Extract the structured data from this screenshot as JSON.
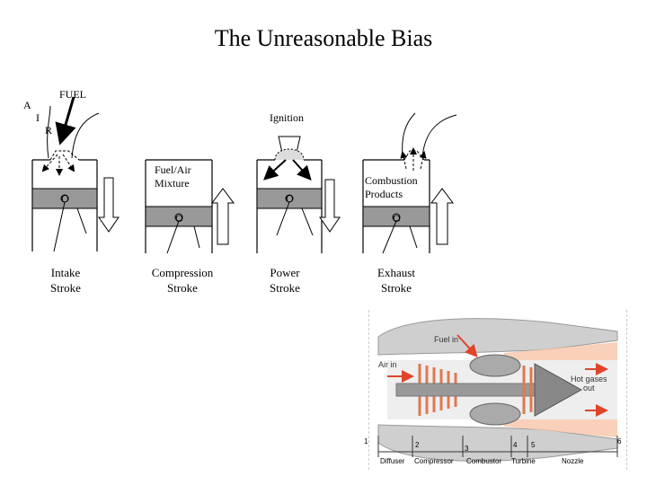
{
  "title": "The Unreasonable Bias",
  "air_label": [
    "A",
    "I",
    "R"
  ],
  "fuel_label": "FUEL",
  "ignition_label": "Ignition",
  "fuel_air_label": [
    "Fuel/Air",
    "Mixture"
  ],
  "combustion_label": [
    "Combustion",
    "Products"
  ],
  "crank_label": "O",
  "strokes": [
    {
      "line1": "Intake",
      "line2": "Stroke"
    },
    {
      "line1": "Compression",
      "line2": "Stroke"
    },
    {
      "line1": "Power",
      "line2": "Stroke"
    },
    {
      "line1": "Exhaust",
      "line2": "Stroke"
    }
  ],
  "jet_engine": {
    "fuel_in": "Fuel in",
    "air_in": "Air in",
    "hot_gases": [
      "Hot gases",
      "out"
    ],
    "station_numbers": [
      "1",
      "2",
      "3",
      "4",
      "5",
      "6"
    ],
    "sections": [
      "Diffuser",
      "Compressor",
      "Combustor",
      "Turbine",
      "Nozzle"
    ]
  },
  "colors": {
    "piston": "#999999",
    "jet_casing": "#cccccc",
    "flame": "#f4a070",
    "arrow_red": "#e0442a"
  }
}
